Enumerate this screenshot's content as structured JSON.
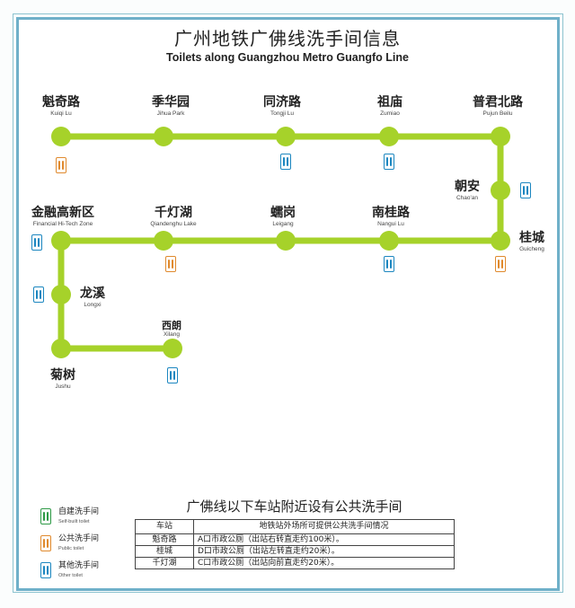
{
  "title": "广州地铁广佛线洗手间信息",
  "subtitle": "Toilets along Guangzhou Metro Guangfo Line",
  "colors": {
    "line": "#a6d22a",
    "self_built": "#2e9a46",
    "public": "#e08a2e",
    "other": "#1d87c0",
    "frame": "#6fb0c9"
  },
  "stations": [
    {
      "cn": "魁奇路",
      "en": "Kuiqi Lu",
      "toilet": "public"
    },
    {
      "cn": "季华园",
      "en": "Jihua Park",
      "toilet": null
    },
    {
      "cn": "同济路",
      "en": "Tongji Lu",
      "toilet": "other"
    },
    {
      "cn": "祖庙",
      "en": "Zumiao",
      "toilet": "other"
    },
    {
      "cn": "普君北路",
      "en": "Pujun Beilu",
      "toilet": null
    },
    {
      "cn": "朝安",
      "en": "Chao'an",
      "toilet": "other"
    },
    {
      "cn": "桂城",
      "en": "Guicheng",
      "toilet": "public"
    },
    {
      "cn": "南桂路",
      "en": "Nangui Lu",
      "toilet": "other"
    },
    {
      "cn": "蠕岗",
      "en": "Leigang",
      "toilet": null
    },
    {
      "cn": "千灯湖",
      "en": "Qiandenghu Lake",
      "toilet": "public"
    },
    {
      "cn": "金融高新区",
      "en": "Financial Hi-Tech Zone",
      "toilet": "other"
    },
    {
      "cn": "龙溪",
      "en": "Longxi",
      "toilet": "other"
    },
    {
      "cn": "菊树",
      "en": "Jushu",
      "toilet": null
    },
    {
      "cn": "西朗",
      "en": "Xilang",
      "toilet": "other"
    }
  ],
  "legend": [
    {
      "cn": "自建洗手间",
      "en": "Self-built toilet",
      "icon": "self-built-toilet-icon"
    },
    {
      "cn": "公共洗手间",
      "en": "Public toilet",
      "icon": "public-toilet-icon"
    },
    {
      "cn": "其他洗手间",
      "en": "Other toilet",
      "icon": "other-toilet-icon"
    }
  ],
  "note": {
    "title": "广佛线以下车站附近设有公共洗手间",
    "headers": [
      "车站",
      "地铁站外场所可提供公共洗手间情况"
    ],
    "rows": [
      [
        "魁奇路",
        "A口市政公厕（出站右转直走约100米）。"
      ],
      [
        "桂城",
        "D口市政公厕（出站左转直走约20米）。"
      ],
      [
        "千灯湖",
        "C口市政公厕（出站向前直走约20米）。"
      ]
    ]
  }
}
